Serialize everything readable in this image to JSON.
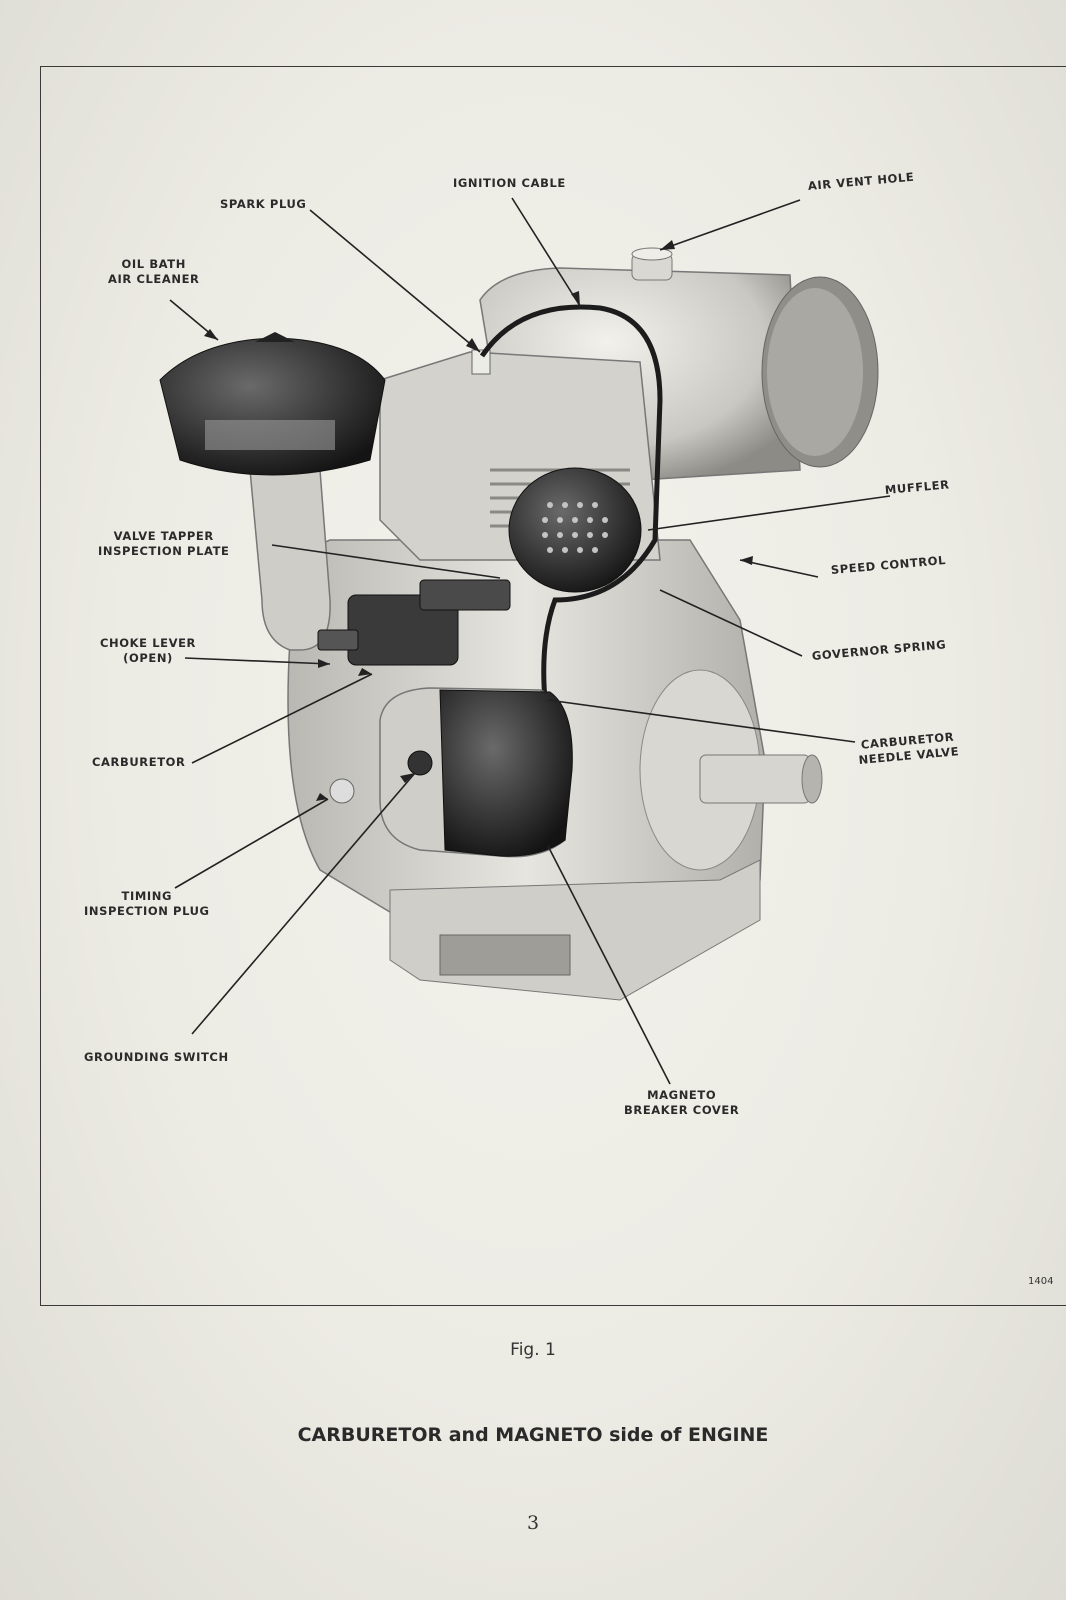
{
  "figure": {
    "labels": {
      "spark_plug": "SPARK PLUG",
      "ignition_cable": "IGNITION CABLE",
      "air_vent_hole": "AIR VENT HOLE",
      "oil_bath_air_cleaner": [
        "OIL BATH",
        "AIR CLEANER"
      ],
      "muffler": "MUFFLER",
      "valve_tapper": [
        "VALVE TAPPER",
        "INSPECTION PLATE"
      ],
      "speed_control": "SPEED CONTROL",
      "choke_lever": [
        "CHOKE LEVER",
        "(OPEN)"
      ],
      "governor_spring": "GOVERNOR SPRING",
      "carburetor_needle_valve": [
        "CARBURETOR",
        "NEEDLE VALVE"
      ],
      "carburetor": "CARBURETOR",
      "timing_plug": [
        "TIMING",
        "INSPECTION PLUG"
      ],
      "grounding_switch": "GROUNDING SWITCH",
      "magneto_breaker_cover": [
        "MAGNETO",
        "BREAKER COVER"
      ]
    },
    "code": "1404"
  },
  "fig_number": "Fig. 1",
  "caption": "CARBURETOR and MAGNETO side of ENGINE",
  "page_number": "3"
}
